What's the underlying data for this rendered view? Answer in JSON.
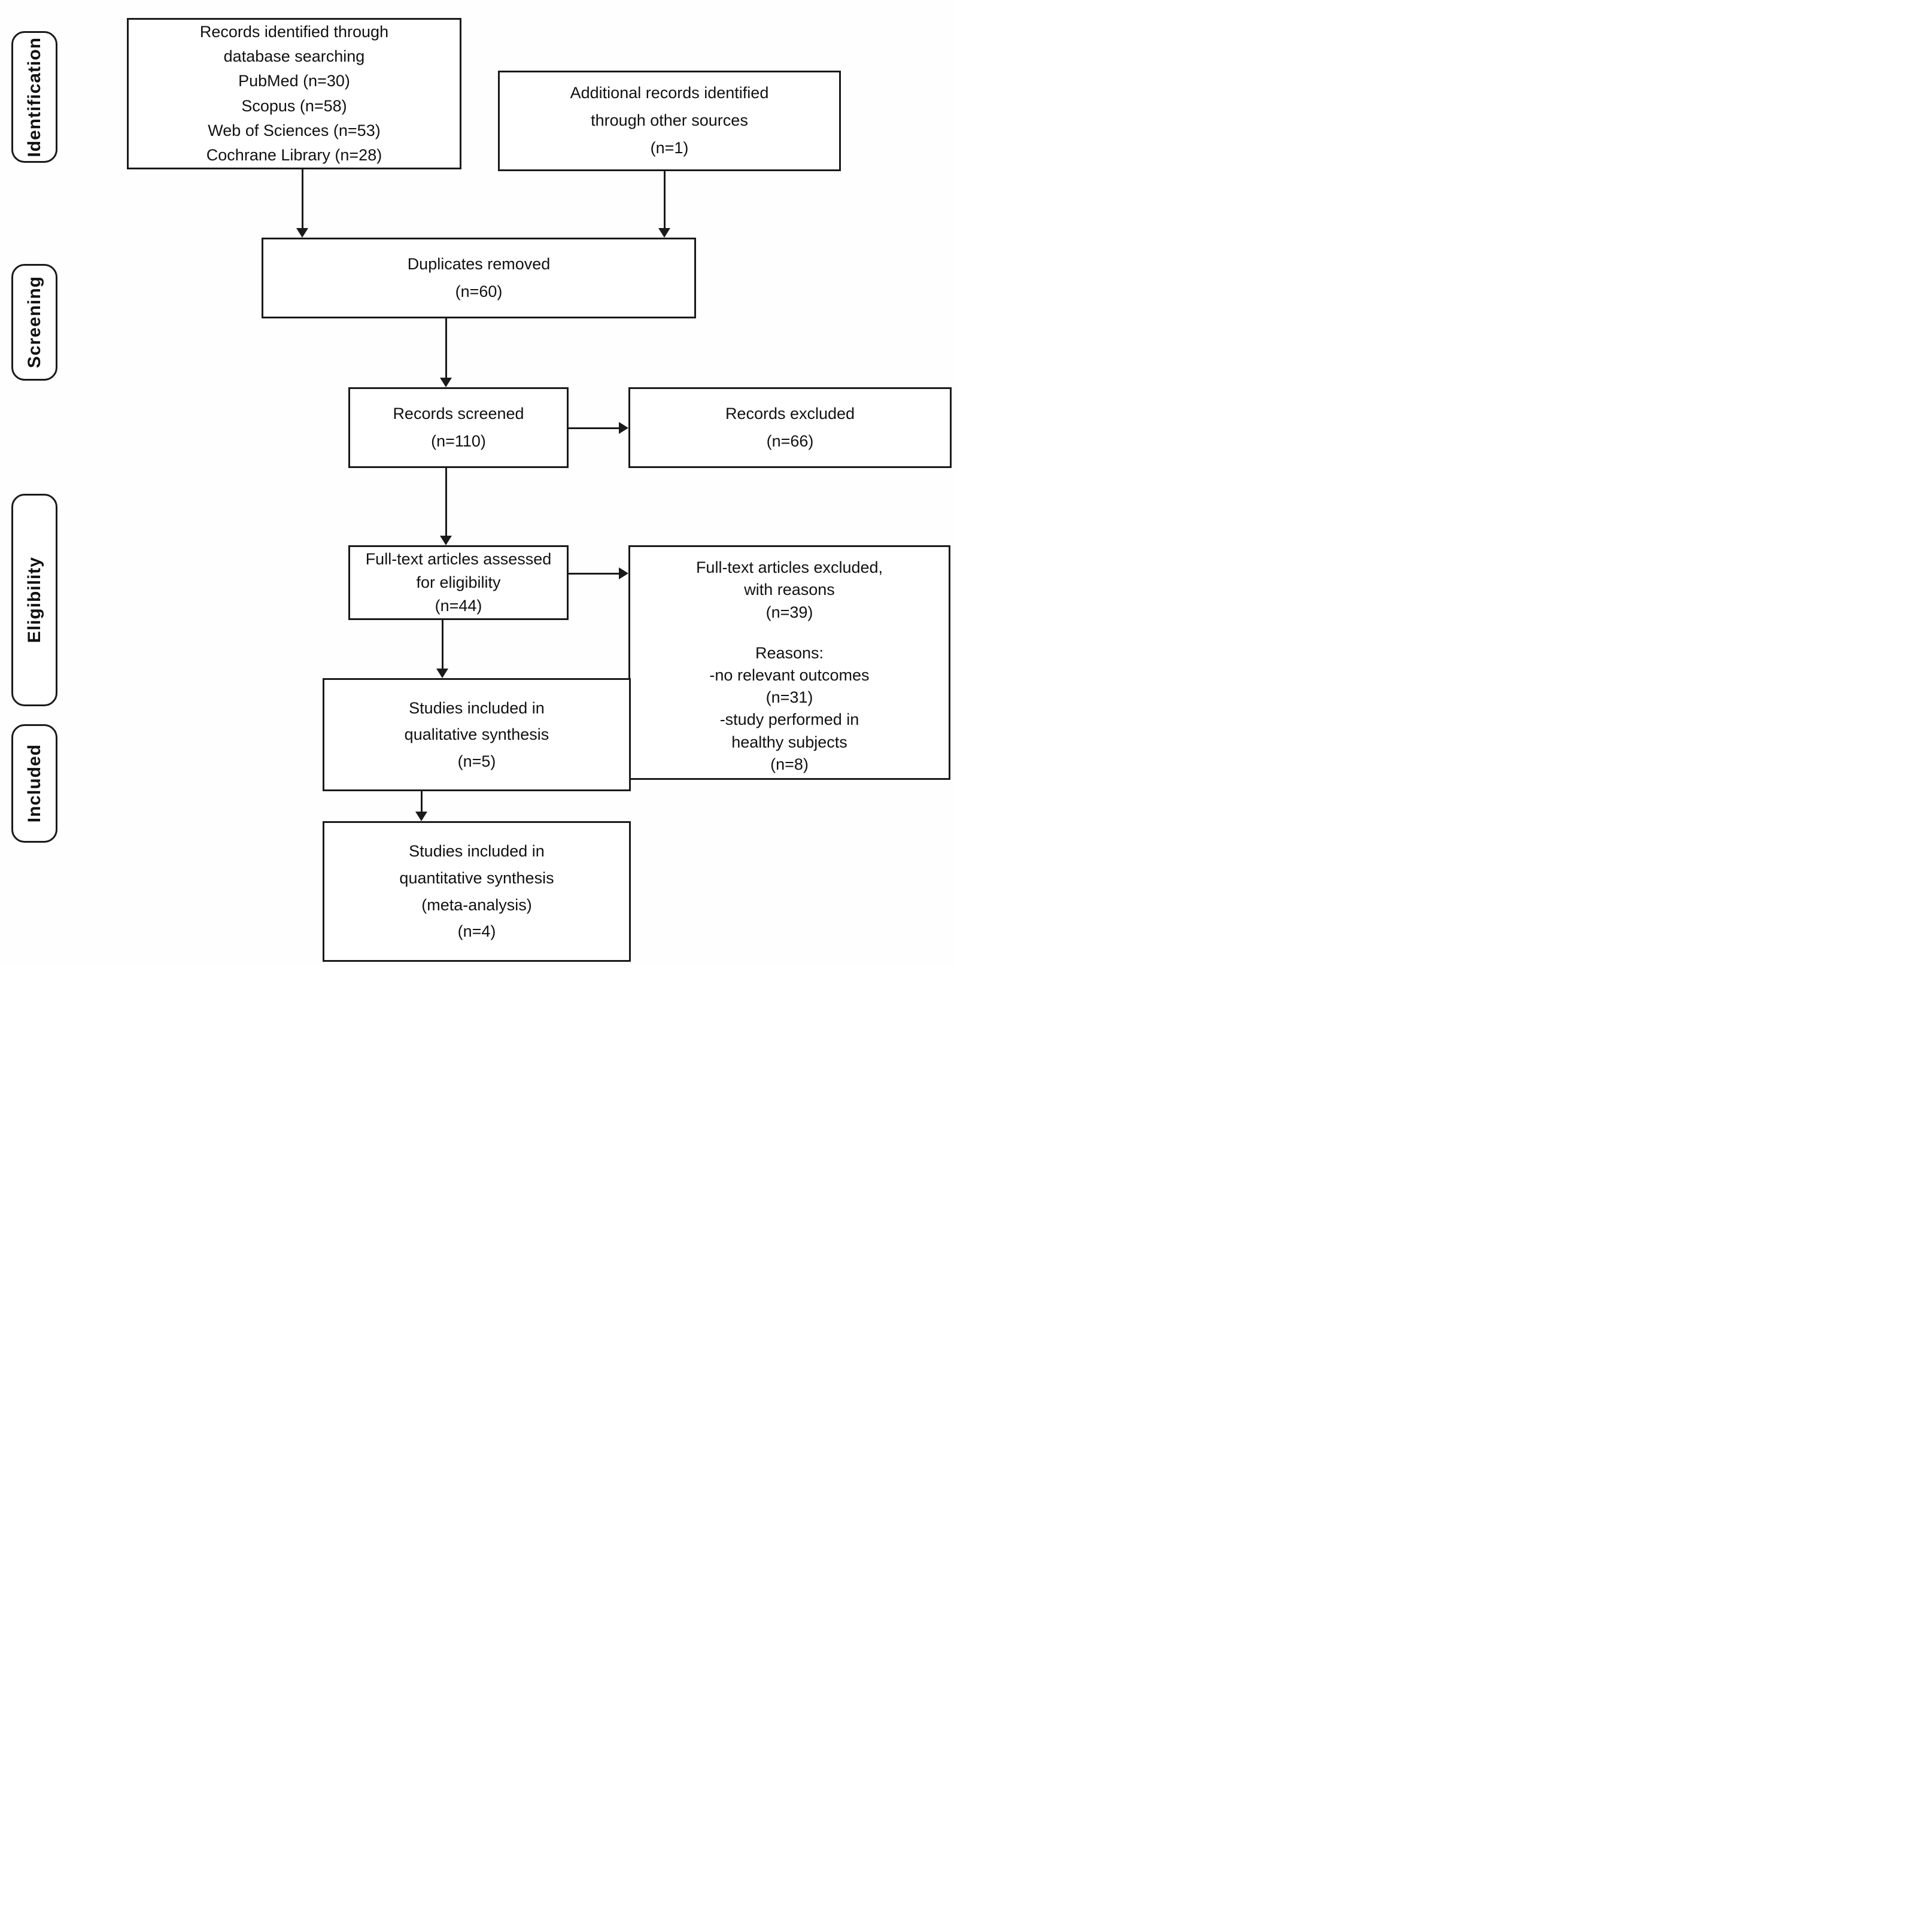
{
  "diagram_type": "prisma-flow",
  "colors": {
    "border": "#1a1a1a",
    "text": "#111111",
    "background": "#ffffff"
  },
  "sidebar": {
    "stages": [
      {
        "label": "Identification"
      },
      {
        "label": "Screening"
      },
      {
        "label": "Eligibility"
      },
      {
        "label": "Included"
      }
    ]
  },
  "boxes": {
    "records_identified": {
      "lines": [
        "Records identified through",
        "database searching",
        "PubMed (n=30)",
        "Scopus (n=58)",
        "Web of Sciences (n=53)",
        "Cochrane Library (n=28)"
      ]
    },
    "additional_records": {
      "lines": [
        "Additional records identified",
        "through other sources",
        "(n=1)"
      ]
    },
    "duplicates_removed": {
      "lines": [
        "Duplicates removed",
        "(n=60)"
      ]
    },
    "records_screened": {
      "lines": [
        "Records screened",
        "(n=110)"
      ]
    },
    "records_excluded": {
      "lines": [
        "Records excluded",
        "(n=66)"
      ]
    },
    "fulltext_assessed": {
      "lines": [
        "Full-text articles assessed",
        "for eligibility",
        "(n=44)"
      ]
    },
    "fulltext_excluded": {
      "lines": [
        "Full-text articles excluded,",
        "with reasons",
        "(n=39)"
      ],
      "reasons": [
        "Reasons:",
        "-no relevant outcomes",
        "(n=31)",
        "-study performed in",
        "healthy subjects",
        "(n=8)"
      ]
    },
    "qualitative_synthesis": {
      "lines": [
        "Studies included in",
        "qualitative synthesis",
        "(n=5)"
      ]
    },
    "quantitative_synthesis": {
      "lines": [
        "Studies included in",
        "quantitative synthesis",
        "(meta-analysis)",
        "(n=4)"
      ]
    }
  }
}
